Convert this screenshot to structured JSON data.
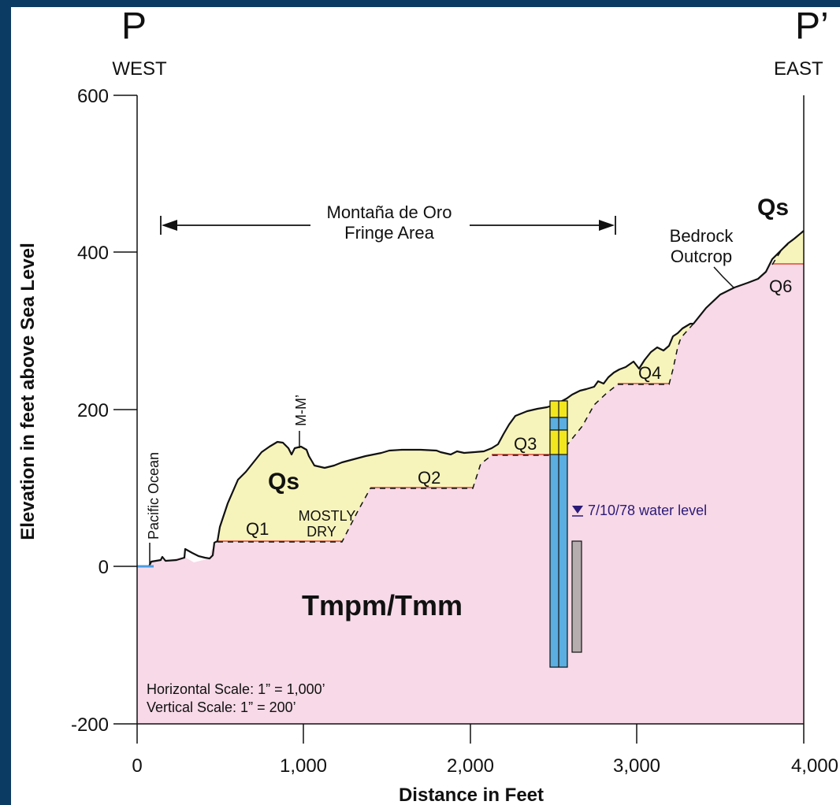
{
  "section": {
    "west_marker": "P",
    "east_marker": "P’",
    "west_label": "WEST",
    "east_label": "EAST"
  },
  "axes": {
    "y_title": "Elevation in feet above Sea Level",
    "x_title": "Distance in Feet",
    "y_ticks": [
      "600",
      "400",
      "200",
      "0",
      "-200"
    ],
    "x_ticks": [
      "0",
      "1,000",
      "2,000",
      "3,000",
      "4,000"
    ]
  },
  "labels": {
    "fringe_area_line1": "Montaña de Oro",
    "fringe_area_line2": "Fringe Area",
    "pacific_ocean": "Pacific Ocean",
    "cross_section_ref": "M-M’",
    "qs_main": "Qs",
    "qs_east": "Qs",
    "q1": "Q1",
    "q2": "Q2",
    "q3": "Q3",
    "q4": "Q4",
    "q6": "Q6",
    "mostly": "MOSTLY",
    "dry": "DRY",
    "bedrock_line1": "Bedrock",
    "bedrock_line2": "Outcrop",
    "bedrock_unit": "Tmpm/Tmm",
    "water_level": "7/10/78 water level",
    "horizontal_scale": "Horizontal Scale:  1” = 1,000’",
    "vertical_scale": "Vertical Scale:  1” = 200’"
  },
  "colors": {
    "background_border": "#0b3a62",
    "bedrock_fill": "#f7d9e7",
    "alluvium_fill": "#f7f4bb",
    "well_casing": "#5aaee0",
    "well_screen": "#f2e71f",
    "water_marker": "#2b1a78",
    "gray_bar": "#b6aeae",
    "contact_line": "#e0473a"
  }
}
